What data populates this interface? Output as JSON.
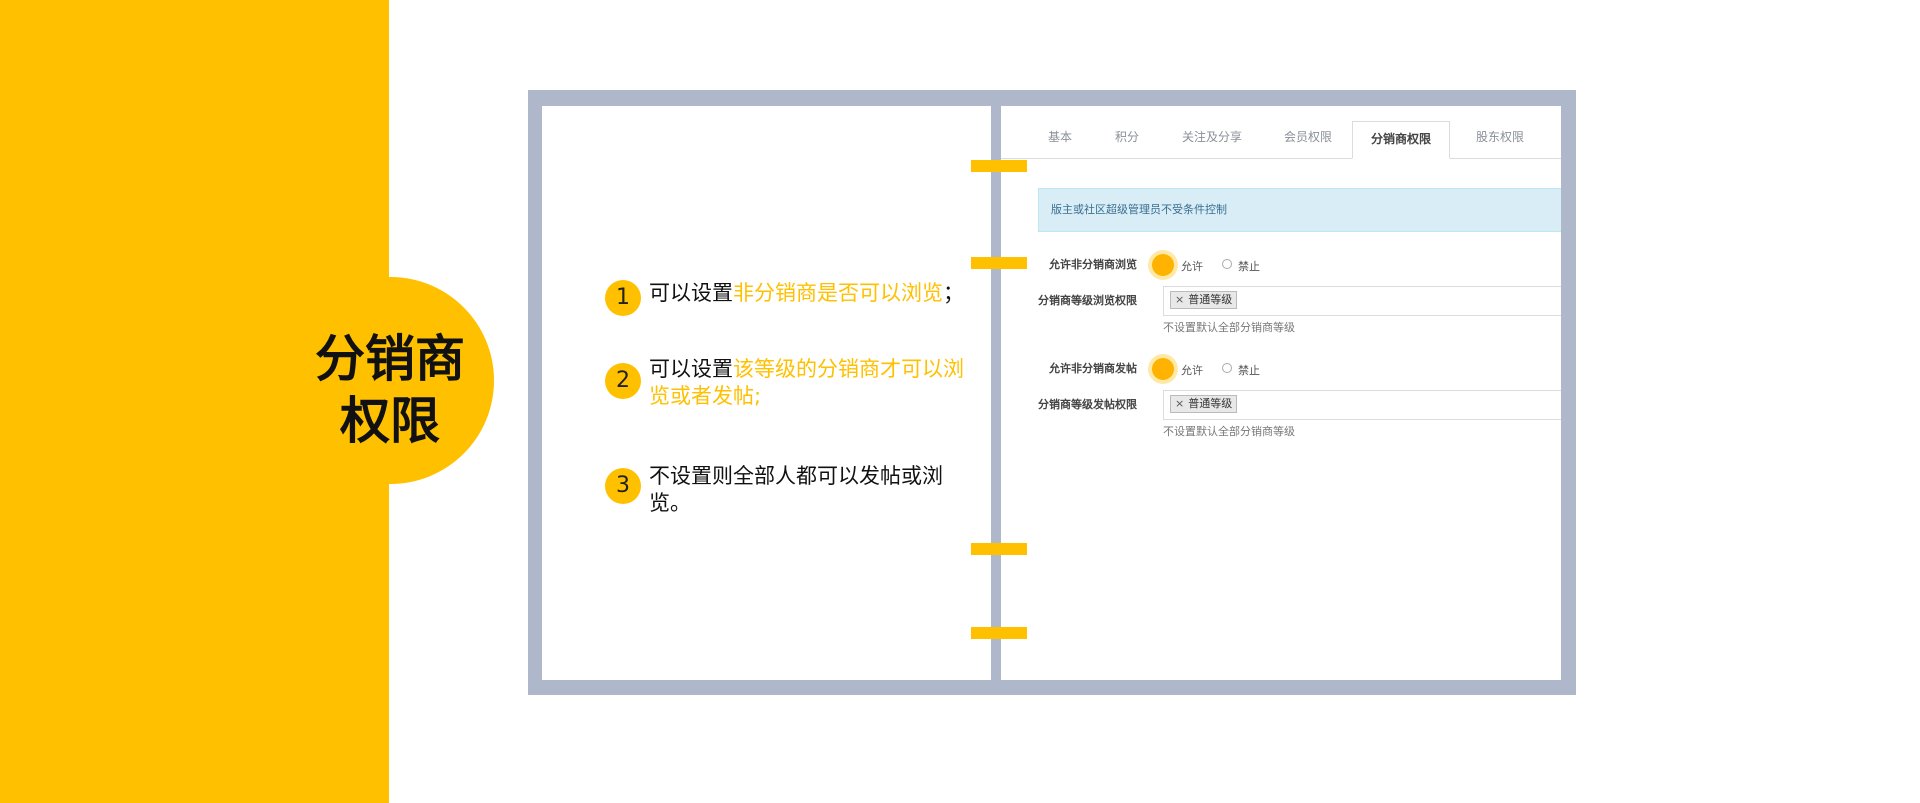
{
  "title": {
    "line1": "分销商",
    "line2": "权限"
  },
  "points": [
    {
      "num": "1",
      "pre": "可以设置",
      "hl": "非分销商是否可以浏览",
      "post": "；"
    },
    {
      "num": "2",
      "pre": "可以设置",
      "hl": "该等级的分销商才可以浏览或者发帖;",
      "post": ""
    },
    {
      "num": "3",
      "pre": "不设置则全部人都可以发帖或浏览。",
      "hl": "",
      "post": ""
    }
  ],
  "screenshot": {
    "tabs": [
      "基本",
      "积分",
      "关注及分享",
      "会员权限",
      "分销商权限",
      "股东权限"
    ],
    "active_tab": "分销商权限",
    "notice": "版主或社区超级管理员不受条件控制",
    "rows": [
      {
        "label": "允许非分销商浏览",
        "allow": "允许",
        "deny": "禁止"
      },
      {
        "label": "分销商等级浏览权限",
        "tag": "普通等级",
        "hint": "不设置默认全部分销商等级"
      },
      {
        "label": "允许非分销商发帖",
        "allow": "允许",
        "deny": "禁止"
      },
      {
        "label": "分销商等级发帖权限",
        "tag": "普通等级",
        "hint": "不设置默认全部分销商等级"
      }
    ],
    "tag_close": "×"
  },
  "colors": {
    "accent": "#FFC000",
    "frame": "#AEB8CA",
    "notice_bg": "#D9EDF7"
  }
}
